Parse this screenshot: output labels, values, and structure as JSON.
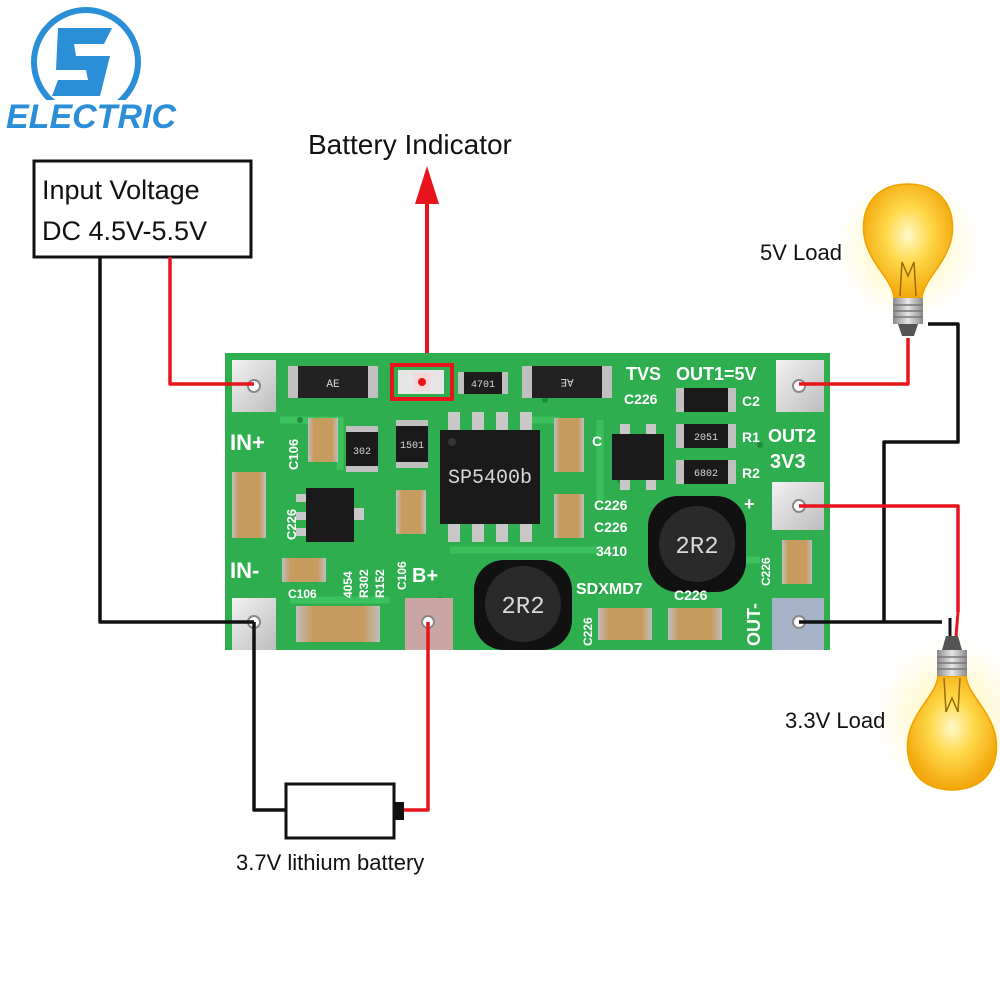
{
  "logo": {
    "text": "ELECTRIC",
    "color": "#2a8fd6"
  },
  "labels": {
    "input_line1": "Input Voltage",
    "input_line2": "DC 4.5V-5.5V",
    "battery_indicator": "Battery Indicator",
    "load_5v": "5V Load",
    "load_3v3": "3.3V Load",
    "battery": "3.7V lithium battery"
  },
  "silkscreen": {
    "in_plus": "IN+",
    "in_minus": "IN-",
    "b_plus": "B+",
    "tvs": "TVS",
    "out1": "OUT1=5V",
    "out2_a": "OUT2",
    "out2_b": "3V3",
    "out_minus": "OUT-",
    "plus": "+",
    "c106_a": "C106",
    "c226_a": "C226",
    "c106_b": "C106",
    "ref_4054": "4054",
    "ref_r302": "R302",
    "ref_r152": "R152",
    "c106_c": "C106",
    "c226_b": "C226",
    "c2": "C2",
    "r1": "R1",
    "r2": "R2",
    "c226_c": "C226",
    "c226_d": "C226",
    "ref_3410": "3410",
    "sdxmd7": "SDXMD7",
    "c226_e": "C226",
    "c226_f": "C226",
    "c226_g": "C226",
    "c_single": "C",
    "ic_main": "SP5400b",
    "inductor_a": "2R2",
    "inductor_b": "2R2",
    "diode_a": "AE",
    "diode_b": "AE",
    "res_4701": "4701",
    "res_302": "302",
    "res_1501": "1501",
    "res_2051": "2051",
    "res_6802": "6802"
  },
  "colors": {
    "wire_positive": "#e8141b",
    "wire_negative": "#111111",
    "pcb": "#2fae4f",
    "pcb_trace": "#3dc35e",
    "arrow": "#e8141b"
  }
}
